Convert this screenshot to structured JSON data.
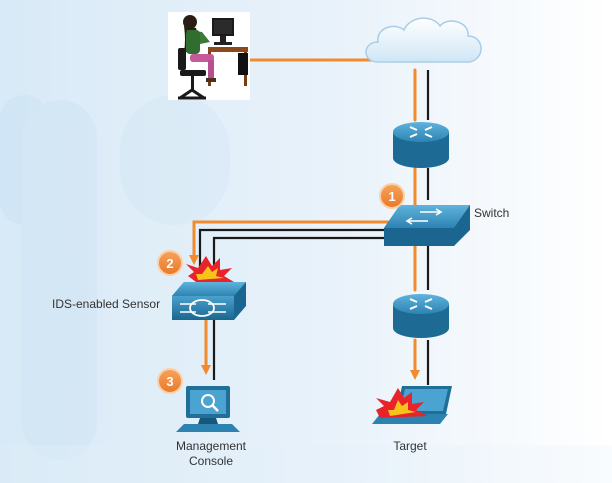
{
  "labels": {
    "switch": "Switch",
    "sensor": "IDS-enabled Sensor",
    "management_line1": "Management",
    "management_line2": "Console",
    "target": "Target"
  },
  "steps": [
    "1",
    "2",
    "3"
  ],
  "colors": {
    "attack_path": "#f28a2e",
    "link": "#1a1a1a",
    "device_blue": "#1f6f99",
    "device_blue_light": "#3f97c4",
    "badge": "#f08a3c",
    "explosion_red": "#e8232a",
    "explosion_yellow": "#f6c21b"
  },
  "icons": [
    "attacker-workstation-icon",
    "cloud-icon",
    "router-icon",
    "switch-icon",
    "ids-sensor-icon",
    "management-console-icon",
    "target-laptop-icon",
    "explosion-icon"
  ]
}
